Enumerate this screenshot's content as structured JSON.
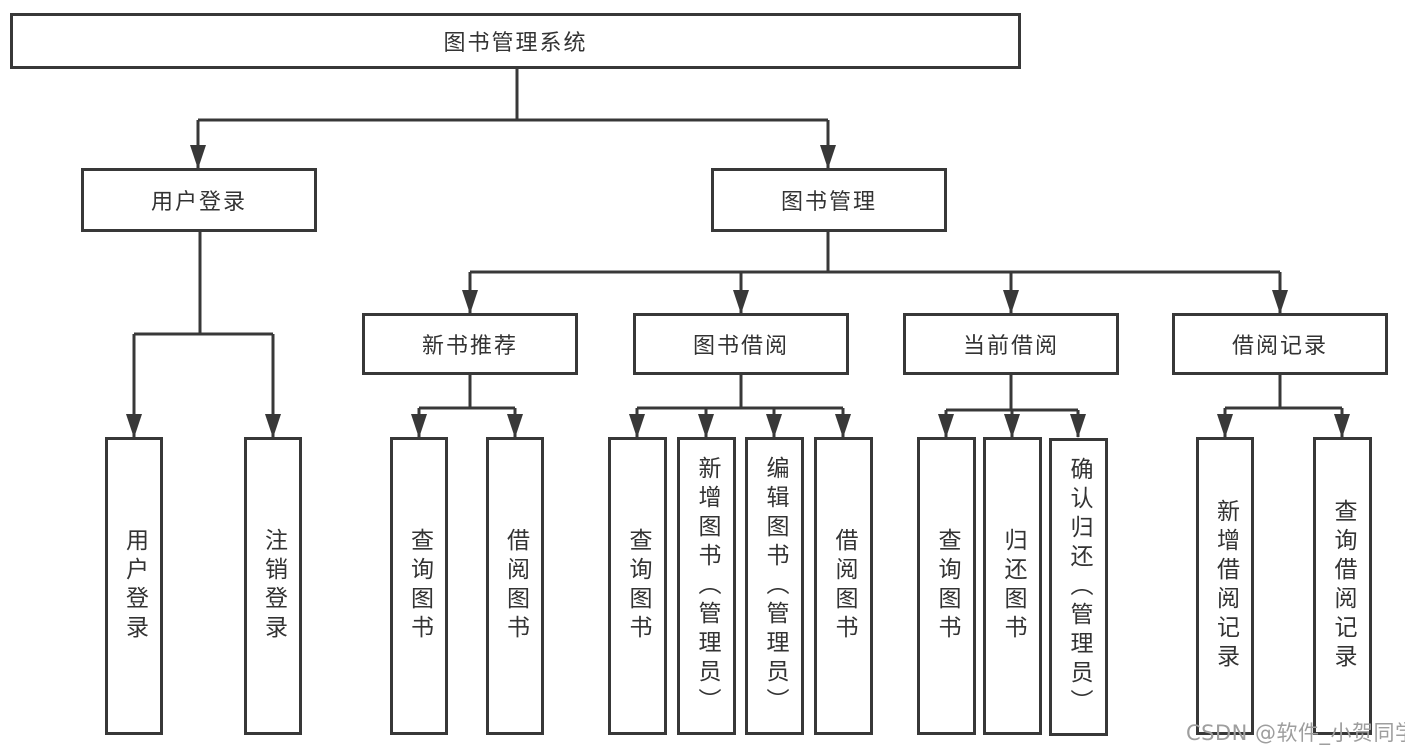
{
  "tree": {
    "root": "图书管理系统",
    "level2": [
      "用户登录",
      "图书管理"
    ],
    "level3": [
      "新书推荐",
      "图书借阅",
      "当前借阅",
      "借阅记录"
    ],
    "leaves": {
      "user_login": [
        "用户登录",
        "注销登录"
      ],
      "new_books": [
        "查询图书",
        "借阅图书"
      ],
      "book_borrow": [
        "查询图书",
        "新增图书（管理员）",
        "编辑图书（管理员）",
        "借阅图书"
      ],
      "current_borrow": [
        "查询图书",
        "归还图书",
        "确认归还（管理员）"
      ],
      "borrow_records": [
        "新增借阅记录",
        "查询借阅记录"
      ]
    }
  },
  "watermark": {
    "text": "CSDN @软件_小贺同学"
  },
  "colors": {
    "line": "#383838",
    "box_border": "#383838",
    "text": "#333333",
    "watermark": "#9e9e9e",
    "background": "#ffffff"
  }
}
